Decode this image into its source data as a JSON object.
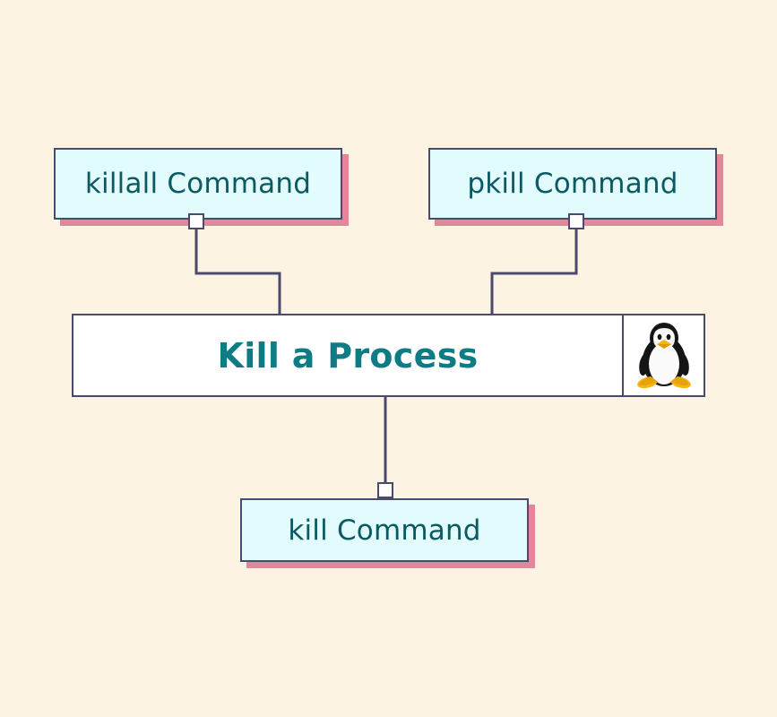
{
  "diagram": {
    "type": "mind-map",
    "title": "Kill a Process",
    "background_color": "#FDF3E3",
    "root": {
      "label": "Kill a Process",
      "text_color": "#0F7C85",
      "fill_color": "#FFFFFF",
      "border_color": "#4C4A6B",
      "logo": "linux-tux-penguin-logo"
    },
    "nodes": [
      {
        "id": "killall",
        "label": "killall Command",
        "position": "top-left",
        "fill_color": "#E2FBFC",
        "border_color": "#4C4A6B",
        "shadow_color": "#E2869B",
        "text_color": "#0B5A63"
      },
      {
        "id": "pkill",
        "label": "pkill Command",
        "position": "top-right",
        "fill_color": "#E2FBFC",
        "border_color": "#4C4A6B",
        "shadow_color": "#E2869B",
        "text_color": "#0B5A63"
      },
      {
        "id": "kill",
        "label": "kill Command",
        "position": "bottom-center",
        "fill_color": "#E2FBFC",
        "border_color": "#4C4A6B",
        "shadow_color": "#E2869B",
        "text_color": "#0B5A63"
      }
    ],
    "connectors": [
      {
        "from": "killall",
        "to": "root",
        "style": "orthogonal-elbow"
      },
      {
        "from": "pkill",
        "to": "root",
        "style": "orthogonal-elbow"
      },
      {
        "from": "root",
        "to": "kill",
        "style": "straight-vertical"
      }
    ]
  }
}
